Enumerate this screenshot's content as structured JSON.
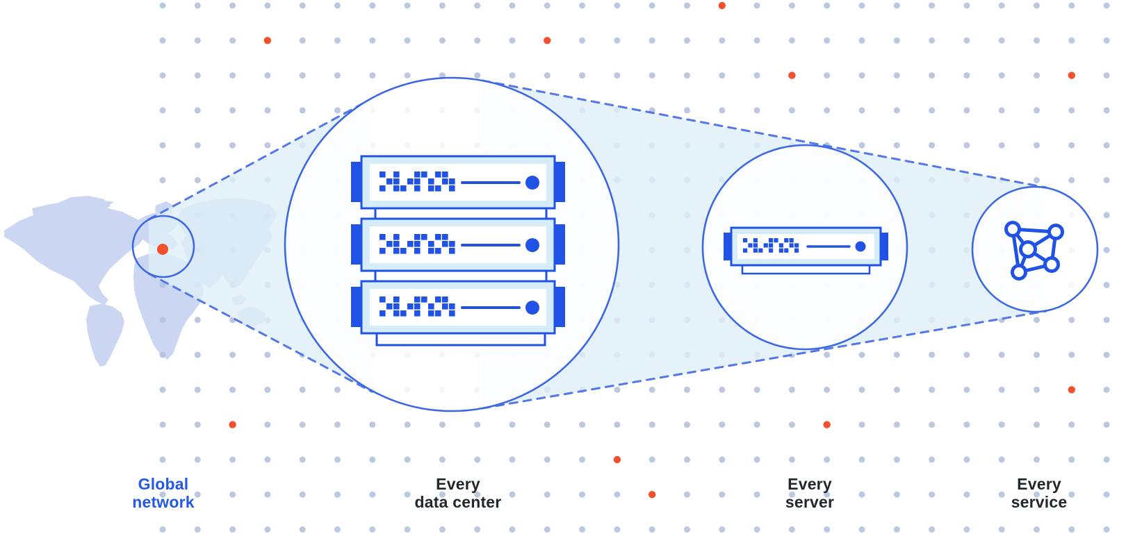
{
  "diagram_title": "Global network zoom diagram",
  "stages": [
    {
      "id": "global-network",
      "label": "Global\nnetwork",
      "icon": "world-map-location-marker-icon",
      "text_color": "#2458E8"
    },
    {
      "id": "every-data-center",
      "label": "Every\ndata center",
      "icon": "server-rack-stack-icon",
      "text_color": "#23262C"
    },
    {
      "id": "every-server",
      "label": "Every\nserver",
      "icon": "server-unit-icon",
      "text_color": "#23262C"
    },
    {
      "id": "every-service",
      "label": "Every\nservice",
      "icon": "network-graph-icon",
      "text_color": "#23262C"
    }
  ],
  "colors": {
    "accent_orange": "#F4502B",
    "royal_blue": "#2053E5",
    "circle_stroke": "#3C68E2",
    "dash_stroke": "#5377E9",
    "wedge_fill": "#DEEFF7",
    "map_fill": "#CBD7F2",
    "grid_dot": "#B5C1DD",
    "server_panel_fill": "#D5EDF8",
    "server_white": "#FFFFFF",
    "label_dark": "#23262C",
    "label_blue": "#2458E8"
  }
}
